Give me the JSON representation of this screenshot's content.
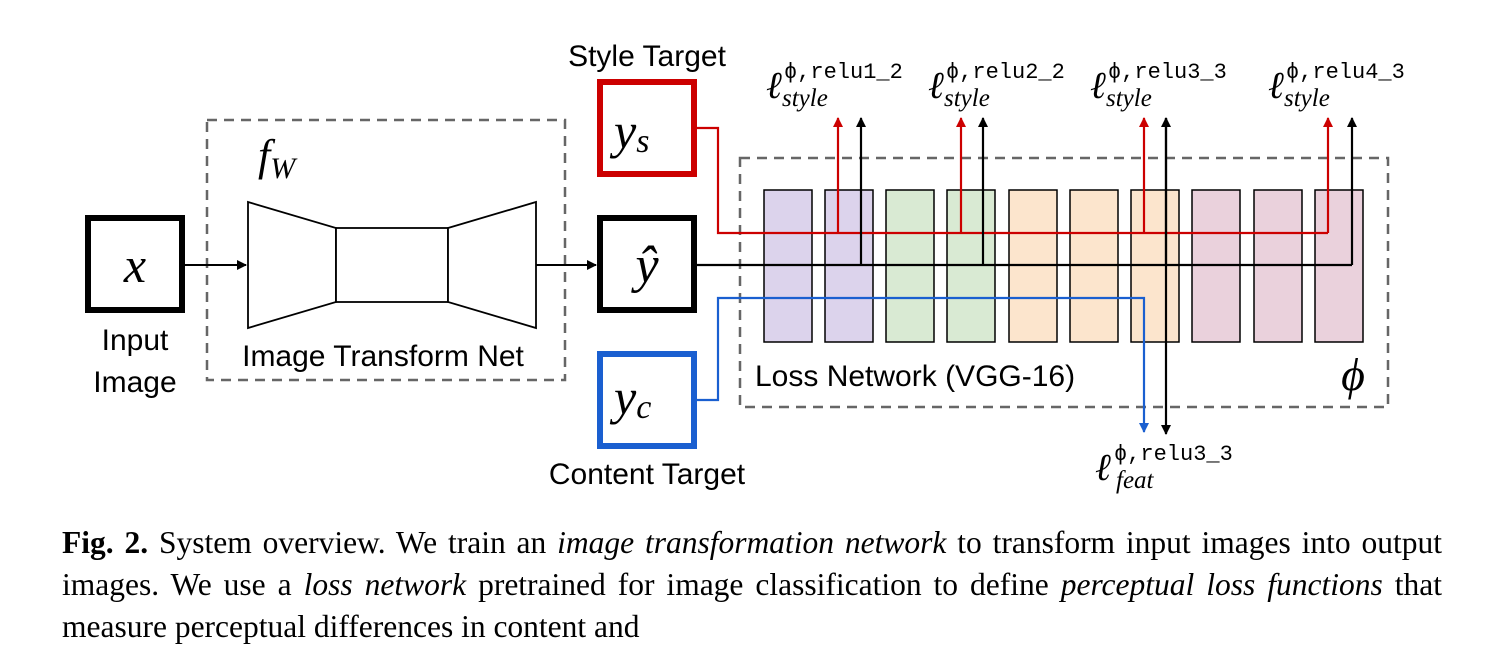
{
  "diagram": {
    "input": {
      "symbol": "x",
      "label_line1": "Input",
      "label_line2": "Image"
    },
    "transform_net": {
      "symbol_main": "f",
      "symbol_sub": "W",
      "label": "Image Transform Net"
    },
    "output": {
      "symbol": "ŷ"
    },
    "style_target": {
      "label": "Style Target",
      "symbol_main": "y",
      "symbol_sub": "s"
    },
    "content_target": {
      "label": "Content Target",
      "symbol_main": "y",
      "symbol_sub": "c"
    },
    "loss_network": {
      "label": "Loss Network (VGG-16)",
      "symbol": "ϕ"
    },
    "style_losses": [
      {
        "main": "ℓ",
        "sup": "ϕ,relu1_2",
        "sub": "style"
      },
      {
        "main": "ℓ",
        "sup": "ϕ,relu2_2",
        "sub": "style"
      },
      {
        "main": "ℓ",
        "sup": "ϕ,relu3_3",
        "sub": "style"
      },
      {
        "main": "ℓ",
        "sup": "ϕ,relu4_3",
        "sub": "style"
      }
    ],
    "feat_loss": {
      "main": "ℓ",
      "sup": "ϕ,relu3_3",
      "sub": "feat"
    },
    "colors": {
      "style": "#cc0000",
      "content": "#1a5fd0",
      "layer_purple": "#dcd3ec",
      "layer_green": "#d9ead3",
      "layer_orange": "#fce5cd",
      "layer_pink": "#ead1dc"
    }
  },
  "caption": {
    "fig_label": "Fig. 2.",
    "t1": " System overview. We train an ",
    "i1": "image transformation network",
    "t2": " to transform input images into output images. We use a ",
    "i2": "loss network",
    "t3": " pretrained for image classification to define ",
    "i3": "perceptual loss functions",
    "t4": " that measure perceptual differences in content and"
  }
}
